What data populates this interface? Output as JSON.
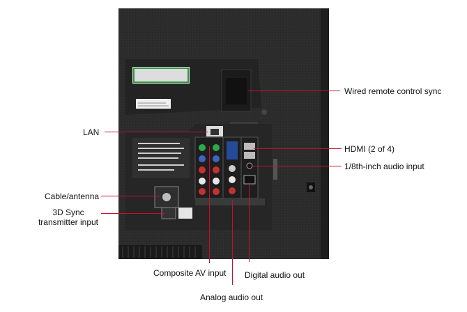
{
  "labels": {
    "wired_remote": "Wired remote control sync",
    "lan": "LAN",
    "hdmi": "HDMI (2 of 4)",
    "audio_in": "1/8th-inch audio input",
    "cable": "Cable/antenna",
    "sync_line1": "3D Sync",
    "sync_line2": "transmitter input",
    "composite": "Composite AV input",
    "digital_out": "Digital audio out",
    "analog_out": "Analog audio out"
  },
  "colors": {
    "callout": "#c8102e",
    "panel": "#2b2b2b",
    "background": "#ffffff"
  }
}
